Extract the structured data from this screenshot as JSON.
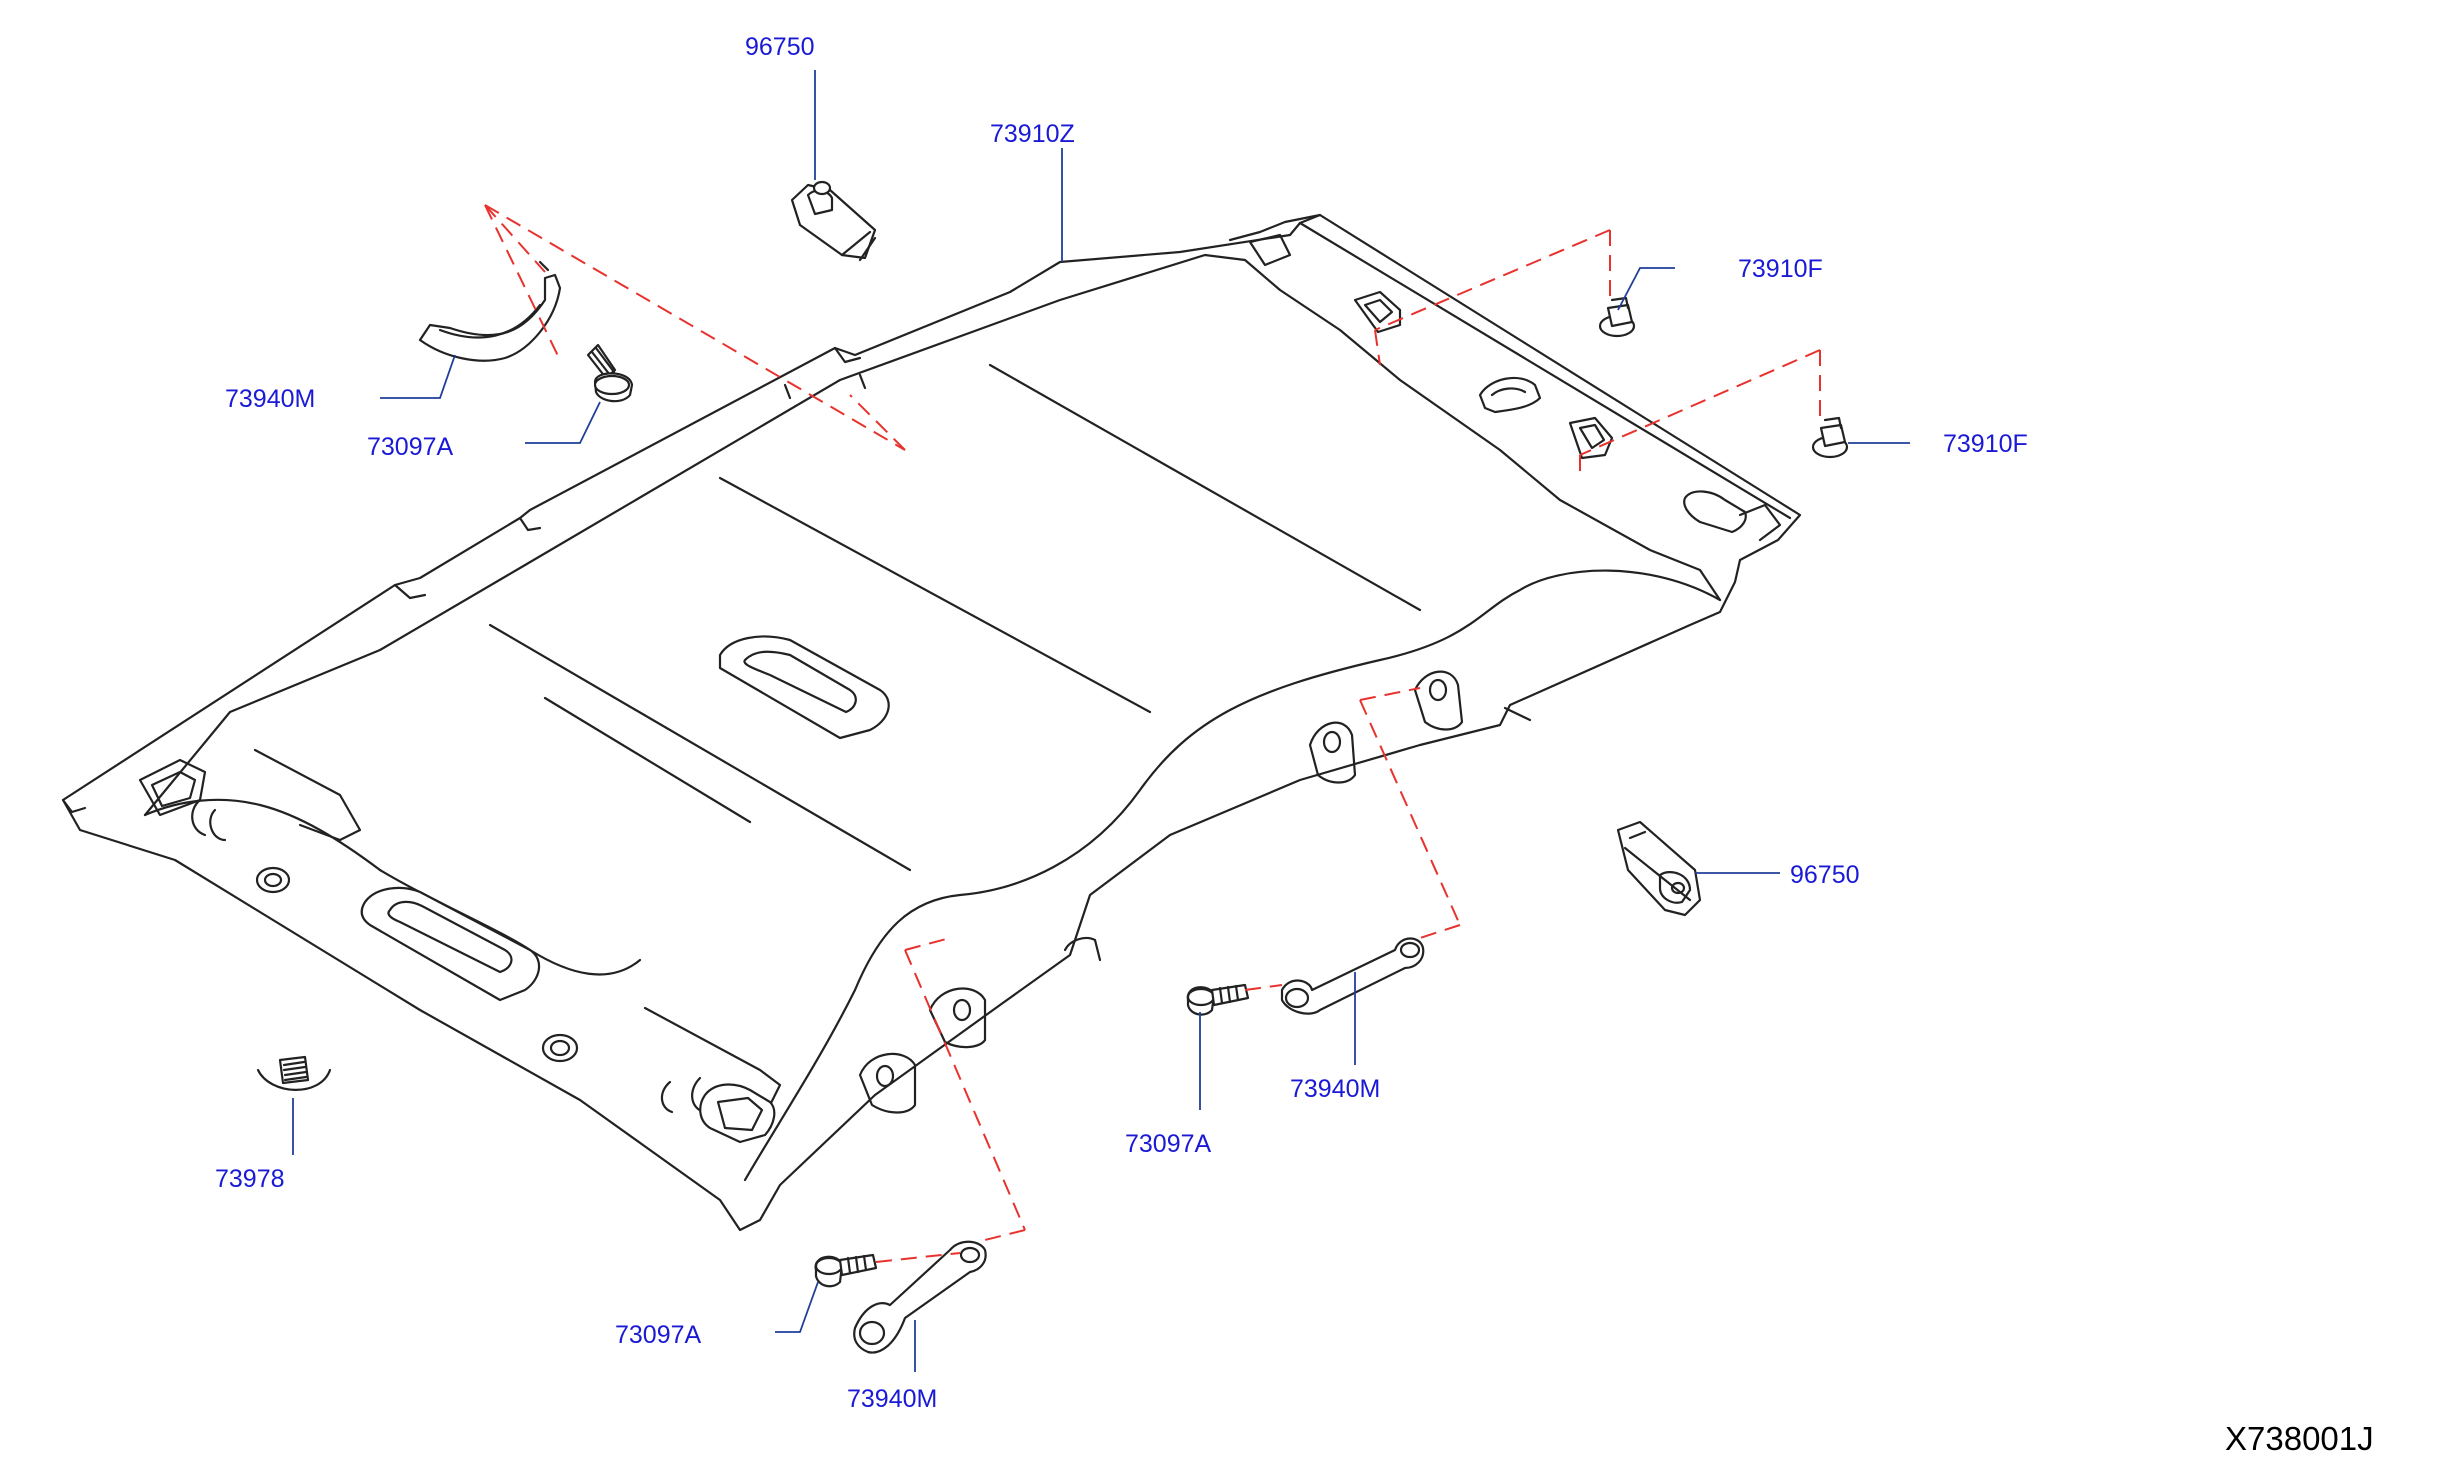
{
  "diagram": {
    "drawing_code": "X738001J",
    "callouts": [
      {
        "id": "c1",
        "part_number": "96750"
      },
      {
        "id": "c2",
        "part_number": "73910Z"
      },
      {
        "id": "c3",
        "part_number": "73910F"
      },
      {
        "id": "c4",
        "part_number": "73910F"
      },
      {
        "id": "c5",
        "part_number": "73940M"
      },
      {
        "id": "c6",
        "part_number": "73097A"
      },
      {
        "id": "c7",
        "part_number": "96750"
      },
      {
        "id": "c8",
        "part_number": "73097A"
      },
      {
        "id": "c9",
        "part_number": "73940M"
      },
      {
        "id": "c10",
        "part_number": "73978"
      },
      {
        "id": "c11",
        "part_number": "73097A"
      },
      {
        "id": "c12",
        "part_number": "73940M"
      }
    ],
    "colors": {
      "label_text": "#1a1ad6",
      "leader_line": "#1f3f9a",
      "dashed_guide": "#e8322e",
      "part_outline": "#222222",
      "background": "#ffffff"
    }
  }
}
